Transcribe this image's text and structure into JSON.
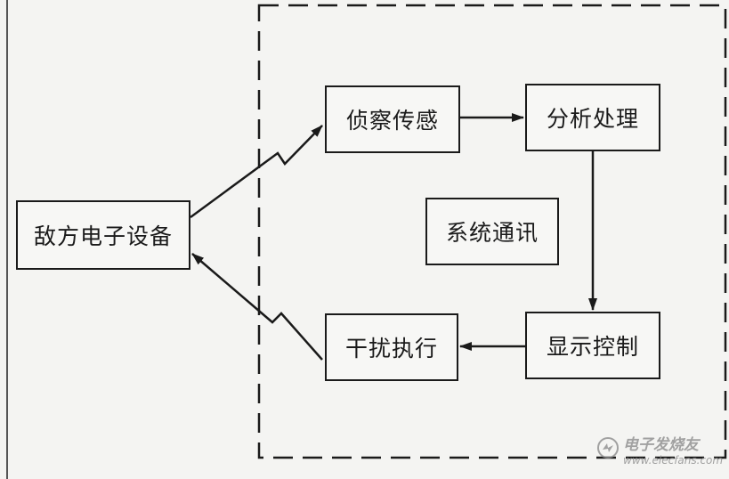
{
  "diagram": {
    "boxes": {
      "enemy": "敌方电子设备",
      "recon": "侦察传感",
      "analysis": "分析处理",
      "comm": "系统通讯",
      "display": "显示控制",
      "jamming": "干扰执行"
    }
  },
  "watermark": {
    "cn": "电子发烧友",
    "en": "www.elecfans.com"
  }
}
